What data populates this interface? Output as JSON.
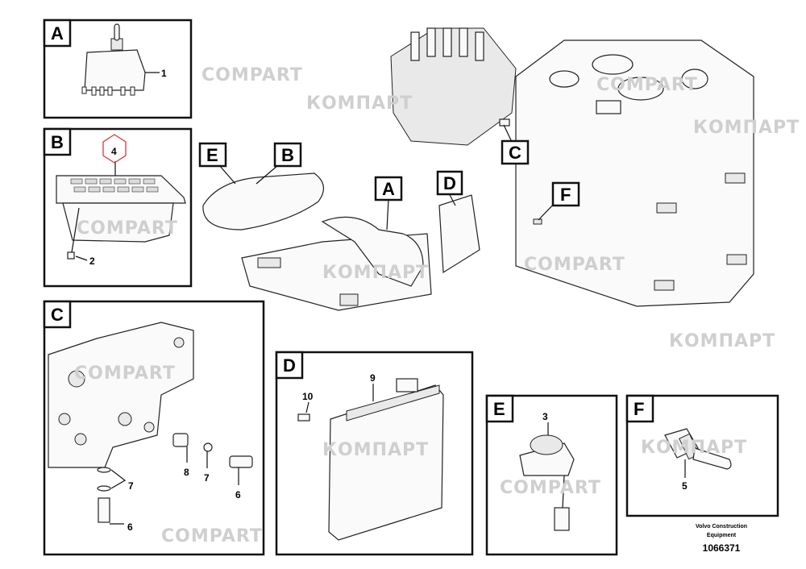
{
  "watermarks": [
    "COMPART",
    "КОМПАРТ"
  ],
  "detail_labels": {
    "A": "A",
    "B": "B",
    "C": "C",
    "D": "D",
    "E": "E",
    "F": "F"
  },
  "callouts": {
    "a_1": "1",
    "b_4": "4",
    "b_2": "2",
    "c_8": "8",
    "c_7a": "7",
    "c_6a": "6",
    "c_7b": "7",
    "c_6b": "6",
    "d_9": "9",
    "d_10": "10",
    "e_3": "3",
    "f_5": "5"
  },
  "footer": {
    "maker_line1": "Volvo Construction",
    "maker_line2": "Equipment",
    "drawing_number": "1066371"
  },
  "highlight_color": "#d9383a"
}
